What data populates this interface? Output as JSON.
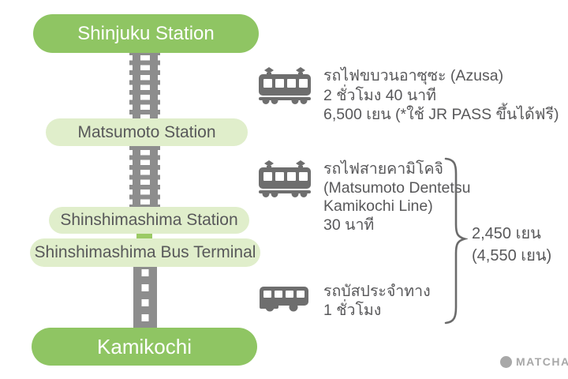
{
  "stations": [
    {
      "label": "Shinjuku Station",
      "style": "primary"
    },
    {
      "label": "Matsumoto Station",
      "style": "light"
    },
    {
      "label": "Shinshimashima Station",
      "style": "light"
    },
    {
      "label": "Shinshimashima Bus Terminal",
      "style": "light"
    },
    {
      "label": "Kamikochi",
      "style": "primary"
    }
  ],
  "segments": [
    {
      "icon": "train-icon",
      "lines": [
        "รถไฟขบวนอาซุซะ (Azusa)",
        "2 ชั่วโมง 40 นาที",
        "6,500 เยน (*ใช้ JR PASS ขึ้นได้ฟรี)"
      ]
    },
    {
      "icon": "train-icon",
      "lines": [
        "รถไฟสายคามิโคจิ",
        "(Matsumoto Dentetsu",
        "Kamikochi Line)",
        "30 นาที"
      ]
    },
    {
      "icon": "bus-icon",
      "lines": [
        "รถบัสประจำทาง",
        "1 ชั่วโมง"
      ]
    }
  ],
  "price_bracket": {
    "lines": [
      "2,450 เยน",
      "(4,550 เยน)"
    ]
  },
  "branding": {
    "logo_text": "MATCHA"
  },
  "colors": {
    "primary_green": "#8fc563",
    "light_green": "#e0eecb",
    "connector_green": "#9bca64",
    "track_gray": "#8d8d8d",
    "icon_gray": "#6e6e6e",
    "text_gray": "#58585a",
    "logo_gray": "#a8a8a8"
  }
}
